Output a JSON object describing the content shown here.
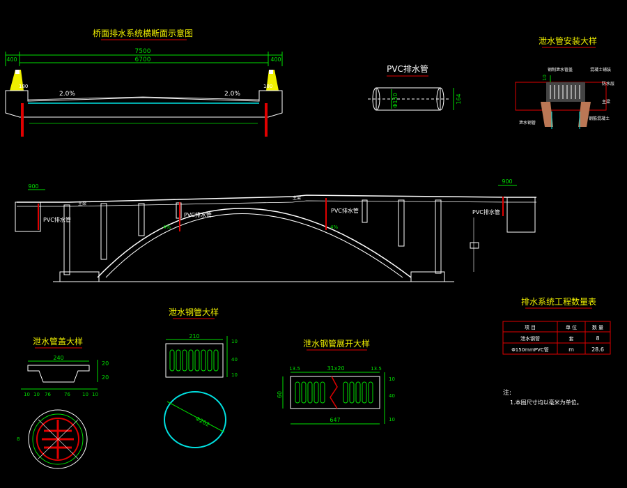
{
  "colors": {
    "background": "#000000",
    "title": "#f0f000",
    "title_underline": "#e00000",
    "structure": "#ffffff",
    "dimension": "#00e000",
    "pipe": "#e00000",
    "water": "#00e0e0",
    "label": "#ffffff"
  },
  "cross_section": {
    "title": "桥面排水系统横断面示意图",
    "dim_total": "7500",
    "dim_inner": "6700",
    "dim_left": "400",
    "dim_right": "400",
    "slope_left": "2.0%",
    "slope_right": "2.0%",
    "dim_small_left": "180",
    "dim_small_right": "180"
  },
  "pvc_pipe": {
    "title": "PVC排水管",
    "dim_inner": "Φ150",
    "dim_outer": "164"
  },
  "install_detail": {
    "title": "泄水管安装大样",
    "dim_top": "10",
    "labels": [
      "钢制泄水管盖",
      "混凝土铺装",
      "防水层",
      "主梁",
      "泄水钢管",
      "钢筋混凝土"
    ]
  },
  "elevation": {
    "dim_left": "900",
    "dim_right": "900",
    "labels": [
      "PVC排水管",
      "PVC排水管",
      "PVC排水管",
      "PVC排水管"
    ],
    "small_labels": [
      "主梁",
      "主梁"
    ],
    "dim_labels": [
      "4%",
      "4%"
    ]
  },
  "grate_detail": {
    "title": "泄水管盖大样",
    "dim_width": "240",
    "dim_height": "20",
    "dim_side": "20",
    "dims_bottom": [
      "10",
      "10",
      "76",
      "76",
      "10",
      "10"
    ],
    "dim_left_small": "8"
  },
  "steel_pipe_detail": {
    "title": "泄水钢管大样",
    "dim_width": "210",
    "dims_right": [
      "10",
      "40",
      "10"
    ],
    "dim_diameter": "Φ202"
  },
  "unfolded_detail": {
    "title": "泄水钢管展开大样",
    "dim_left": "13.5",
    "dim_mid": "31x20",
    "dim_right": "13.5",
    "dim_height": "60",
    "dims_right": [
      "10",
      "40",
      "10"
    ],
    "dim_total": "647"
  },
  "quantity_table": {
    "title": "排水系统工程数量表",
    "headers": [
      "项 目",
      "单 位",
      "数 量"
    ],
    "rows": [
      [
        "泄水钢管",
        "套",
        "8"
      ],
      [
        "Φ150mmPVC管",
        "m",
        "28.6"
      ]
    ]
  },
  "notes": {
    "heading": "注:",
    "items": [
      "1.本图尺寸均以毫米为单位。"
    ]
  }
}
